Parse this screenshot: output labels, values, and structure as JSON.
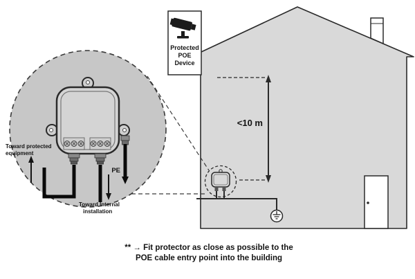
{
  "labels": {
    "device_box": [
      "Protected",
      "POE",
      "Device"
    ],
    "distance": "<10 m",
    "toward_protected": [
      "Toward protected",
      "equipment"
    ],
    "toward_internal": [
      "Toward Internal",
      "installation"
    ],
    "pe": "PE",
    "footnote": [
      "** → Fit protector as close as possible to the",
      "POE cable entry point into the building"
    ]
  },
  "icons": {
    "camera": "cctv-camera-icon",
    "earth": "earth-ground-icon",
    "zoom": "magnified-detail-circle"
  },
  "colors": {
    "house_fill": "#d9d9d9",
    "zoom_circle_fill": "#c7c7c7",
    "enclosure_fill": "#d4d4d4",
    "outline": "#2a2a2a",
    "cable": "#0a0a0a"
  }
}
